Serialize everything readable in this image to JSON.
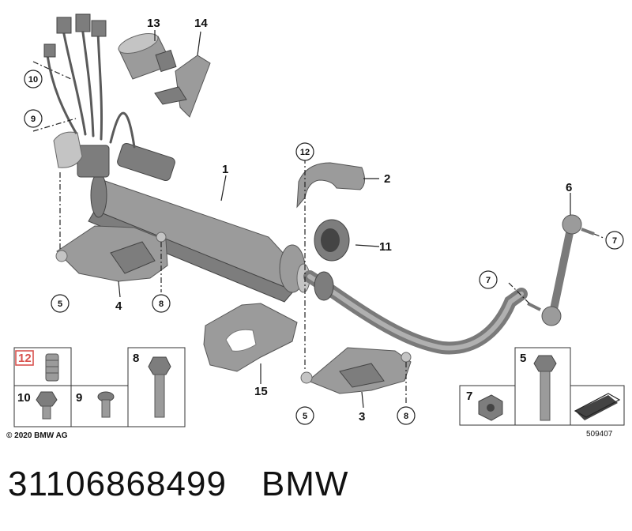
{
  "diagram": {
    "callouts": [
      "1",
      "2",
      "3",
      "4",
      "5",
      "6",
      "7",
      "8",
      "9",
      "10",
      "11",
      "12",
      "13",
      "14",
      "15"
    ],
    "circled_refs": [
      "5",
      "7",
      "8",
      "9",
      "10",
      "12"
    ],
    "highlighted_ref": "12",
    "copyright": "© 2020 BMW AG",
    "image_number": "509407",
    "small_parts_legend": [
      "12",
      "10",
      "9",
      "8",
      "5",
      "7"
    ]
  },
  "caption": {
    "part_number": "31106868499",
    "brand": "BMW"
  },
  "colors": {
    "highlight": "#d9534f",
    "part_gray": "#9b9b9b"
  }
}
